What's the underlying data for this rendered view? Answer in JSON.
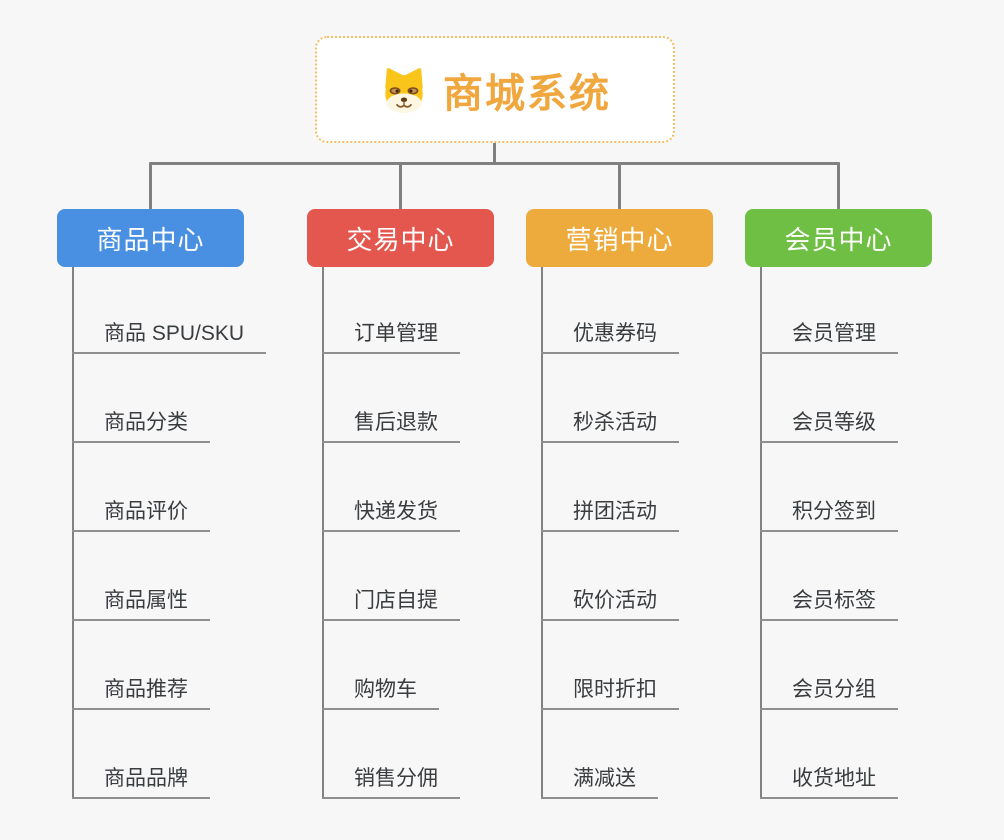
{
  "root": {
    "title": "商城系统",
    "icon": "dog-face-icon",
    "title_color": "#f0a73e",
    "border_color": "#f5bd62",
    "background": "#ffffff"
  },
  "branches": [
    {
      "label": "商品中心",
      "color": "#4a90e2",
      "children": [
        "商品 SPU/SKU",
        "商品分类",
        "商品评价",
        "商品属性",
        "商品推荐",
        "商品品牌"
      ]
    },
    {
      "label": "交易中心",
      "color": "#e4574f",
      "children": [
        "订单管理",
        "售后退款",
        "快递发货",
        "门店自提",
        "购物车",
        "销售分佣"
      ]
    },
    {
      "label": "营销中心",
      "color": "#eeab3d",
      "children": [
        "优惠券码",
        "秒杀活动",
        "拼团活动",
        "砍价活动",
        "限时折扣",
        "满减送"
      ]
    },
    {
      "label": "会员中心",
      "color": "#6fbf44",
      "children": [
        "会员管理",
        "会员等级",
        "积分签到",
        "会员标签",
        "会员分组",
        "收货地址"
      ]
    }
  ],
  "style": {
    "canvas_background": "#f7f7f7",
    "connector_color": "#808080",
    "leaf_underline_color": "#8f8f8f",
    "leaf_text_color": "#3a3d40"
  }
}
